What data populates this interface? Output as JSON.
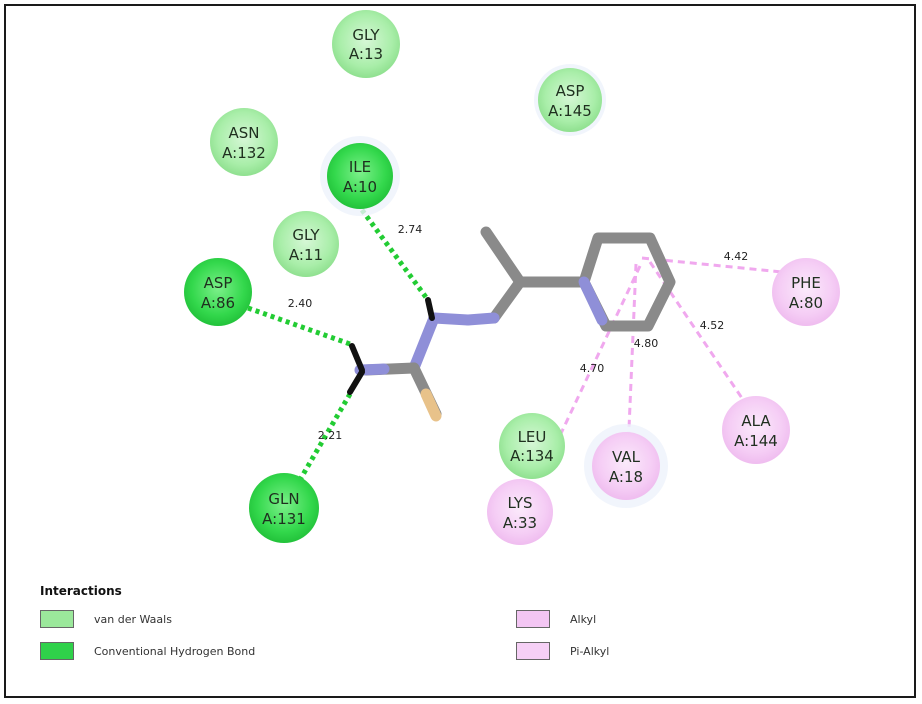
{
  "colors": {
    "van_der_waals": "#9be89b",
    "hydrogen_bond": "#2fd14a",
    "alkyl": "#f3c6f3",
    "pi_alkyl": "#f6d0f6",
    "hbond_line": "#22cc33",
    "alkyl_line": "#f0a8ee",
    "ligand_carbon": "#8a8a8a",
    "ligand_nitrogen": "#8f8fd8",
    "ligand_sulfur": "#e8c28a"
  },
  "residues": [
    {
      "name": "GLY",
      "id": "A:13",
      "type": "van_der_waals"
    },
    {
      "name": "ASP",
      "id": "A:145",
      "type": "van_der_waals"
    },
    {
      "name": "ASN",
      "id": "A:132",
      "type": "van_der_waals"
    },
    {
      "name": "ILE",
      "id": "A:10",
      "type": "hydrogen_bond"
    },
    {
      "name": "GLY",
      "id": "A:11",
      "type": "van_der_waals"
    },
    {
      "name": "ASP",
      "id": "A:86",
      "type": "hydrogen_bond"
    },
    {
      "name": "PHE",
      "id": "A:80",
      "type": "alkyl"
    },
    {
      "name": "LEU",
      "id": "A:134",
      "type": "van_der_waals"
    },
    {
      "name": "VAL",
      "id": "A:18",
      "type": "alkyl"
    },
    {
      "name": "ALA",
      "id": "A:144",
      "type": "alkyl"
    },
    {
      "name": "LYS",
      "id": "A:33",
      "type": "alkyl"
    },
    {
      "name": "GLN",
      "id": "A:131",
      "type": "hydrogen_bond"
    }
  ],
  "distances": [
    {
      "label": "2.74"
    },
    {
      "label": "2.40"
    },
    {
      "label": "2.21"
    },
    {
      "label": "4.42"
    },
    {
      "label": "4.52"
    },
    {
      "label": "4.80"
    },
    {
      "label": "4.70"
    }
  ],
  "legend": {
    "title": "Interactions",
    "items": [
      {
        "label": "van der Waals",
        "color": "#9be89b"
      },
      {
        "label": "Conventional Hydrogen Bond",
        "color": "#2fd14a"
      },
      {
        "label": "Alkyl",
        "color": "#f3c6f3"
      },
      {
        "label": "Pi-Alkyl",
        "color": "#f6d0f6"
      }
    ]
  }
}
